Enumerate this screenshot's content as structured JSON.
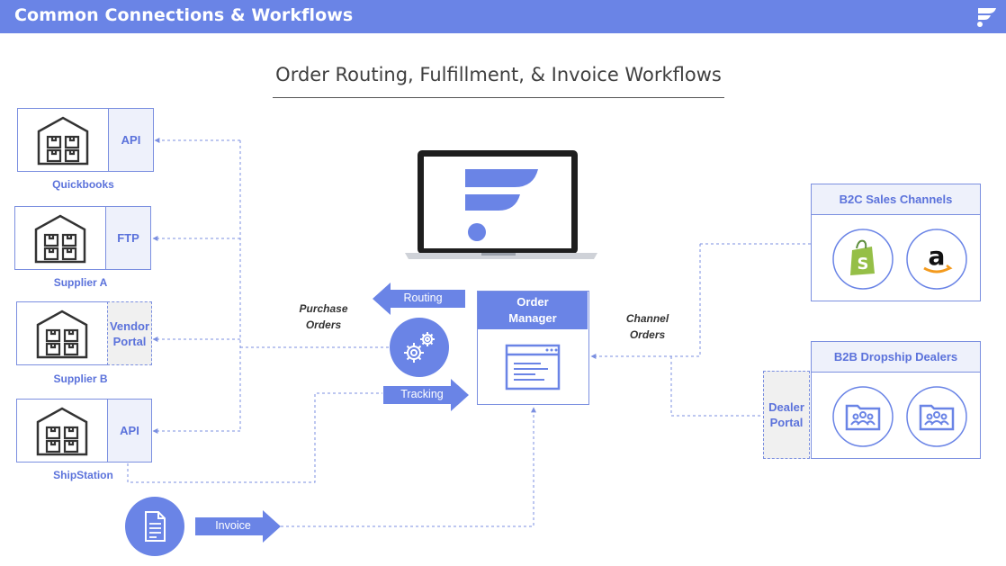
{
  "header": {
    "title": "Common Connections & Workflows"
  },
  "main_title": "Order Routing, Fulfillment, & Invoice Workflows",
  "sources": [
    {
      "name": "Quickbooks",
      "connector": "API"
    },
    {
      "name": "Supplier A",
      "connector": "FTP"
    },
    {
      "name": "Supplier B",
      "connector": "Vendor Portal",
      "connector_line1": "Vendor",
      "connector_line2": "Portal"
    },
    {
      "name": "ShipStation",
      "connector": "API"
    }
  ],
  "flows": {
    "routing": "Routing",
    "tracking": "Tracking",
    "invoice": "Invoice",
    "purchase_orders_1": "Purchase",
    "purchase_orders_2": "Orders",
    "channel_orders_1": "Channel",
    "channel_orders_2": "Orders"
  },
  "order_manager": {
    "line1": "Order",
    "line2": "Manager"
  },
  "b2c": {
    "title": "B2C Sales Channels",
    "icons": [
      "shopify-icon",
      "amazon-icon"
    ]
  },
  "b2b": {
    "title": "B2B Dropship Dealers",
    "icons": [
      "dealer-folder-icon",
      "dealer-folder-icon"
    ]
  },
  "dealer_portal": {
    "line1": "Dealer",
    "line2": "Portal"
  },
  "colors": {
    "brand": "#6a84e6",
    "accent_text": "#5b72db",
    "border": "#7b8fe0",
    "shopify": "#95bf47"
  }
}
